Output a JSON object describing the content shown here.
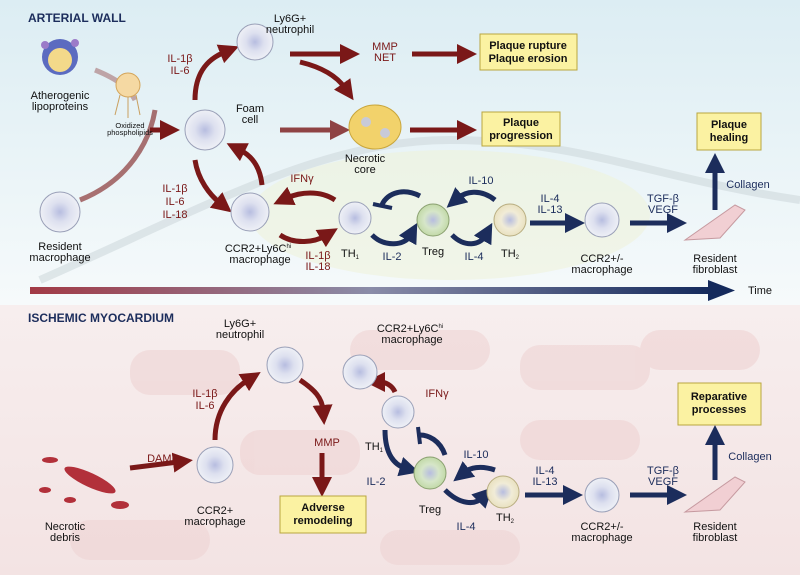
{
  "colors": {
    "inflammatory": "#7a1818",
    "resolving": "#1c2d5c",
    "outcome_box": "#fbf2a2"
  },
  "top": {
    "section_title": "ARTERIAL WALL",
    "lipoproteins": [
      "Atherogenic",
      "lipoproteins"
    ],
    "oxidized": [
      "Oxidized",
      "phospholipids"
    ],
    "neutrophil": [
      "Ly6G+",
      "neutrophil"
    ],
    "cyt_neut": [
      "IL-1β",
      "IL-6"
    ],
    "foam": [
      "Foam",
      "cell"
    ],
    "mmp": [
      "MMP",
      "NET"
    ],
    "box_rupture": [
      "Plaque rupture",
      "Plaque erosion"
    ],
    "necrotic": [
      "Necrotic",
      "core"
    ],
    "box_progression": [
      "Plaque",
      "progression"
    ],
    "box_healing": [
      "Plaque",
      "healing"
    ],
    "resident_mac": [
      "Resident",
      "macrophage"
    ],
    "cyt_mac": [
      "IL-1β",
      "IL-6",
      "IL-18"
    ],
    "ccr2_mac": [
      "CCR2+Ly6C",
      "hi",
      "macrophage"
    ],
    "ifng": "IFNγ",
    "cyt_th1": [
      "IL-1β",
      "IL-18"
    ],
    "th1": [
      "TH",
      "1"
    ],
    "il10": "IL-10",
    "treg": "Treg",
    "il2": "IL-2",
    "il4": "IL-4",
    "th2": [
      "TH",
      "2"
    ],
    "il4_13": [
      "IL-4",
      "IL-13"
    ],
    "ccr2pm": [
      "CCR2+/-",
      "macrophage"
    ],
    "tgf": [
      "TGF-β",
      "VEGF"
    ],
    "collagen": "Collagen",
    "fibroblast": [
      "Resident",
      "fibroblast"
    ]
  },
  "time_label": "Time",
  "bottom": {
    "section_title": "ISCHEMIC MYOCARDIUM",
    "neutrophil": [
      "Ly6G+",
      "neutrophil"
    ],
    "ccr2_mac": [
      "CCR2+Ly6C",
      "hi",
      "macrophage"
    ],
    "cyt_neut": [
      "IL-1β",
      "IL-6"
    ],
    "ifng": "IFNγ",
    "mmp": "MMP",
    "box_adverse": [
      "Adverse",
      "remodeling"
    ],
    "damp": "DAMP",
    "ccr2": [
      "CCR2+",
      "macrophage"
    ],
    "debris": [
      "Necrotic",
      "debris"
    ],
    "th1": [
      "TH",
      "1"
    ],
    "il10": "IL-10",
    "il2": "IL-2",
    "treg": "Treg",
    "il4": "IL-4",
    "th2": [
      "TH",
      "2"
    ],
    "il4_13": [
      "IL-4",
      "IL-13"
    ],
    "ccr2pm": [
      "CCR2+/-",
      "macrophage"
    ],
    "tgf": [
      "TGF-β",
      "VEGF"
    ],
    "collagen": "Collagen",
    "box_reparative": [
      "Reparative",
      "processes"
    ],
    "fibroblast": [
      "Resident",
      "fibroblast"
    ]
  }
}
